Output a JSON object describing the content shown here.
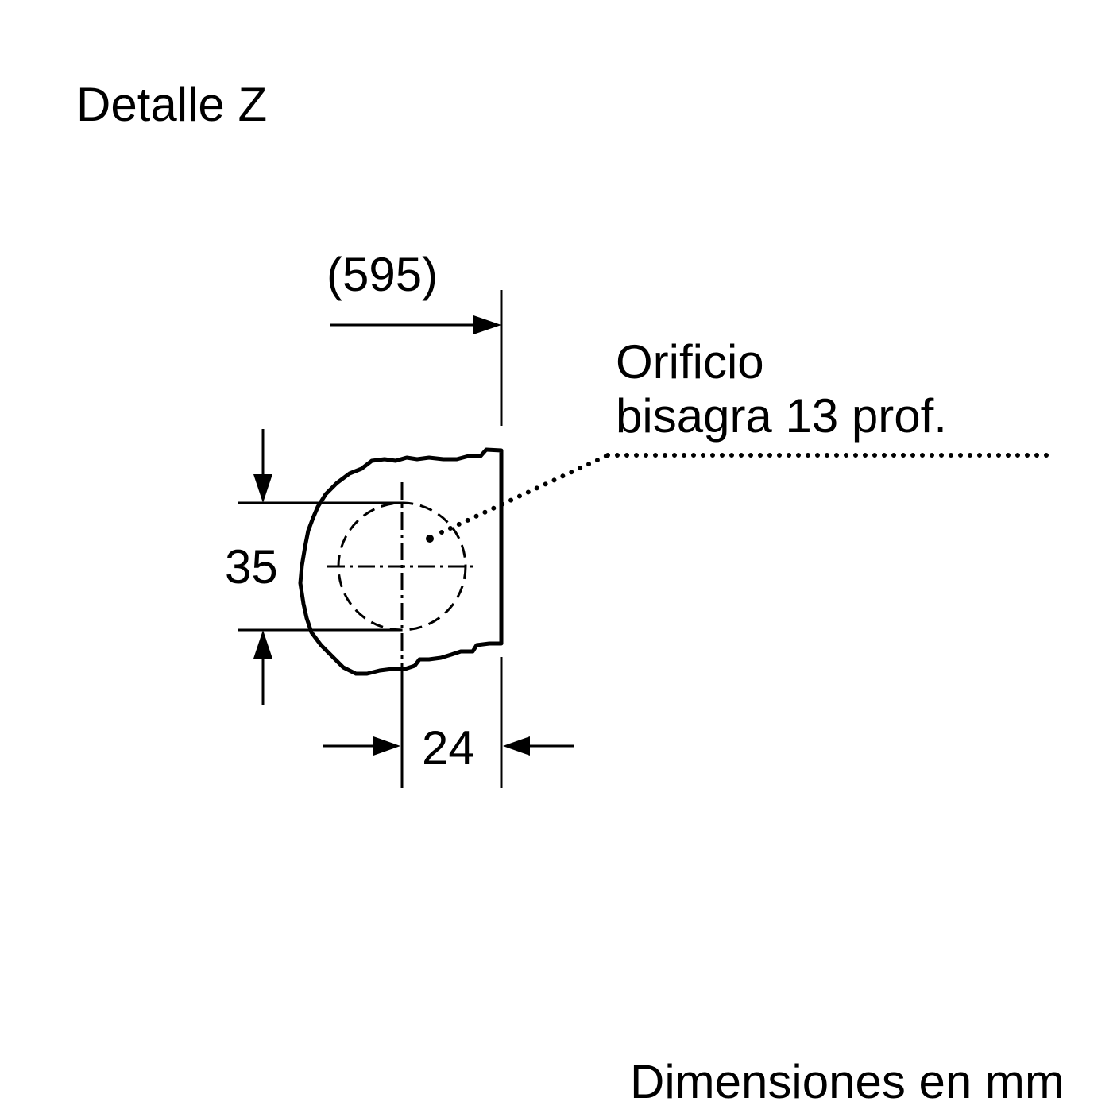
{
  "title": "Detalle Z",
  "dimensions": {
    "overall_width": "(595)",
    "hinge_hole_diameter": "35",
    "edge_offset": "24"
  },
  "annotation": {
    "line1": "Orificio",
    "line2": "bisagra 13 prof."
  },
  "units_note": "Dimensiones en mm",
  "colors": {
    "line": "#000000",
    "background": "#ffffff"
  }
}
